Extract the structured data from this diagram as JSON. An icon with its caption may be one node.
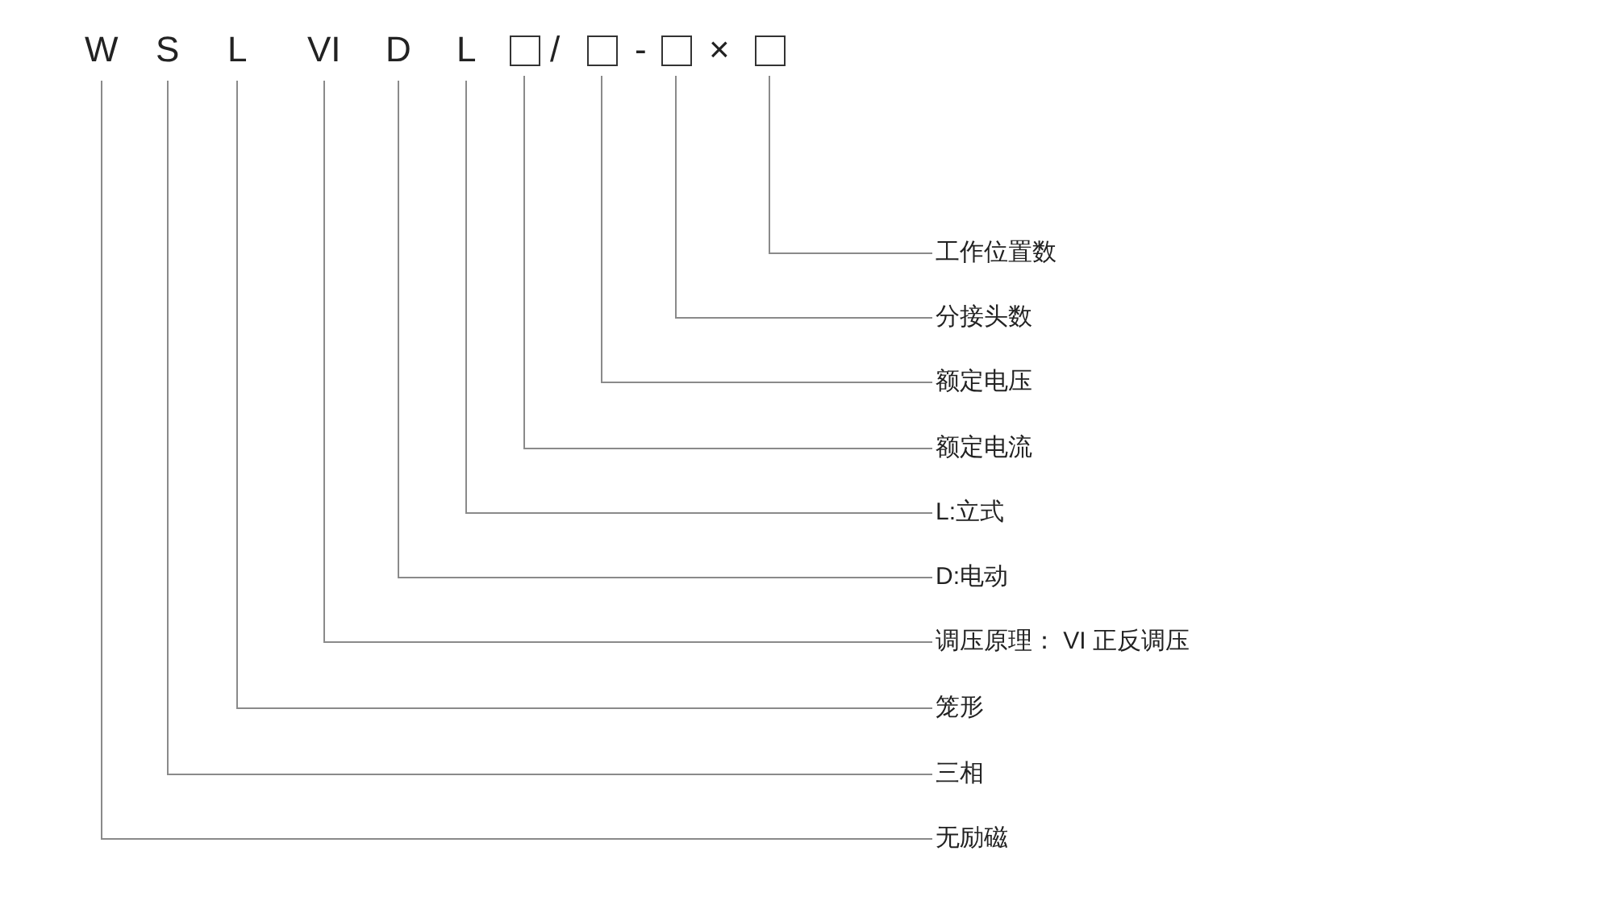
{
  "diagram": {
    "nodes": [
      {
        "text": [
          "W"
        ]
      },
      {
        "text": [
          "S"
        ]
      },
      {
        "text": [
          "L"
        ]
      },
      {
        "text": [
          "VI"
        ]
      },
      {
        "text": [
          "D"
        ]
      },
      {
        "text": [
          "L"
        ]
      },
      {
        "text": [],
        "shape": "box"
      },
      {
        "text": [],
        "shape": "box"
      },
      {
        "text": [],
        "shape": "box"
      },
      {
        "text": [],
        "shape": "box"
      },
      {
        "text": [
          "工作位置数"
        ]
      },
      {
        "text": [
          "分接头数"
        ]
      },
      {
        "text": [
          "额定电压"
        ]
      },
      {
        "text": [
          "额定电流"
        ]
      },
      {
        "text": [
          "L:立式"
        ]
      },
      {
        "text": [
          "D:电动"
        ]
      },
      {
        "text": [
          "调压原理： VI 正反调压"
        ]
      },
      {
        "text": [
          "笼形"
        ]
      },
      {
        "text": [
          "三相"
        ]
      },
      {
        "text": [
          "无励磁"
        ]
      }
    ],
    "edges": [
      {
        "from": 9,
        "to": 10,
        "arrow": "none"
      },
      {
        "from": 8,
        "to": 11,
        "arrow": "none"
      },
      {
        "from": 7,
        "to": 12,
        "arrow": "none"
      },
      {
        "from": 6,
        "to": 13,
        "arrow": "none"
      },
      {
        "from": 5,
        "to": 14,
        "arrow": "none"
      },
      {
        "from": 4,
        "to": 15,
        "arrow": "none"
      },
      {
        "from": 3,
        "to": 16,
        "arrow": "none"
      },
      {
        "from": 2,
        "to": 17,
        "arrow": "none"
      },
      {
        "from": 1,
        "to": 18,
        "arrow": "none"
      },
      {
        "from": 0,
        "to": 19,
        "arrow": "none"
      }
    ],
    "labels": [
      "/",
      "-",
      "×"
    ]
  }
}
